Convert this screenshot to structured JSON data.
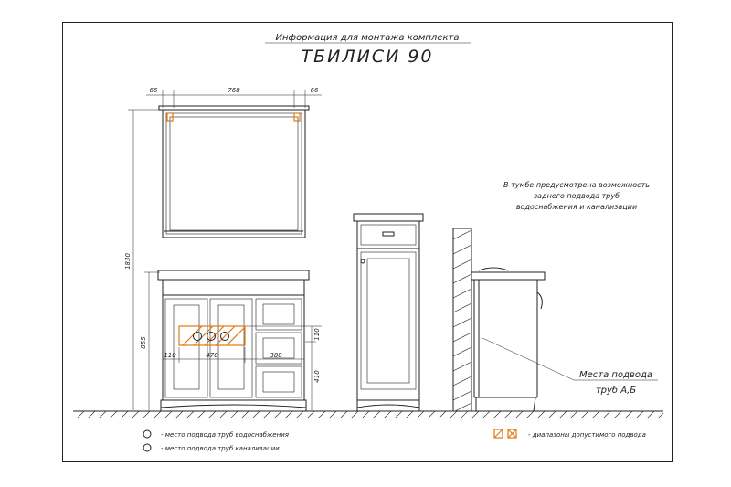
{
  "header": {
    "subtitle": "Информация для монтажа комплекта",
    "title": "ТБИЛИСИ 90"
  },
  "dimensions": {
    "mirror_left": "66",
    "mirror_width": "768",
    "mirror_right": "66",
    "total_height": "1830",
    "vanity_height": "855",
    "pipe_height": "410",
    "zone_height": "110",
    "zone_left": "110",
    "zone_width": "470",
    "zone_right": "388"
  },
  "note": {
    "line1": "В тумбе предусмотрена возможность",
    "line2": "заднего подвода труб",
    "line3": "водоснабжения и канализации"
  },
  "callout": {
    "line1": "Места подвода",
    "line2": "труб А,Б"
  },
  "legend": {
    "water": "- место подвода труб водоснабжения",
    "sewer": "- место подвода труб канализации",
    "zones": "- диапазоны допустимого подвода"
  },
  "colors": {
    "accent": "#e07a12",
    "line": "#222222"
  }
}
